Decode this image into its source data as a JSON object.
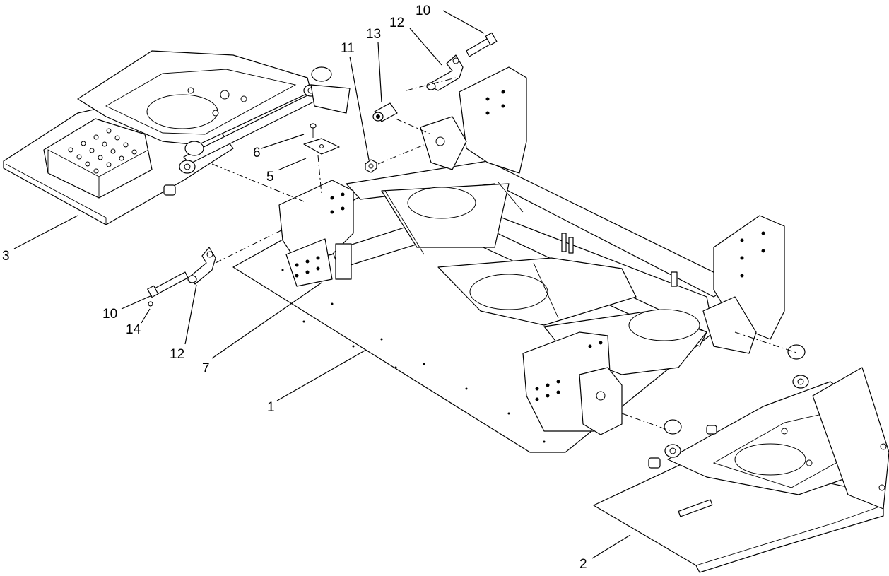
{
  "diagram": {
    "type": "exploded-parts-diagram",
    "callouts": [
      {
        "id": "c10-top",
        "label": "10"
      },
      {
        "id": "c12-top",
        "label": "12"
      },
      {
        "id": "c13",
        "label": "13"
      },
      {
        "id": "c11",
        "label": "11"
      },
      {
        "id": "c6",
        "label": "6"
      },
      {
        "id": "c5",
        "label": "5"
      },
      {
        "id": "c3",
        "label": "3"
      },
      {
        "id": "c10-left",
        "label": "10"
      },
      {
        "id": "c14",
        "label": "14"
      },
      {
        "id": "c12-left",
        "label": "12"
      },
      {
        "id": "c7",
        "label": "7"
      },
      {
        "id": "c1",
        "label": "1"
      },
      {
        "id": "c2",
        "label": "2"
      }
    ]
  }
}
